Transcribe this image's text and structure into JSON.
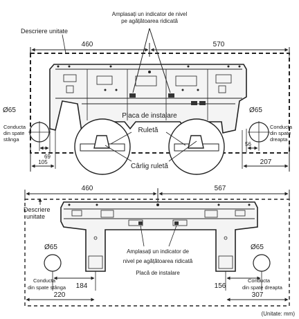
{
  "top": {
    "indicator_label_line1": "Amplasați un indicator de nivel",
    "indicator_label_line2": "pe agățătoarea ridicată",
    "unit_outline_label": "Descriere unitate",
    "dim_left": "460",
    "dim_right": "570",
    "pipe_left_diameter": "Ø65",
    "pipe_right_diameter": "Ø65",
    "pipe_left_line1": "Conducta",
    "pipe_left_line2": "din spate",
    "pipe_left_line3": "stânga",
    "pipe_right_line1": "Conducta",
    "pipe_right_line2": "din spate",
    "pipe_right_line3": "dreapta",
    "plate_label": "Placa de instalare",
    "tape_label": "Ruletă",
    "hook_label": "Cârlig ruletă",
    "dim_69": "69",
    "dim_56": "56",
    "dim_105": "105",
    "dim_207": "207"
  },
  "bottom": {
    "dim_left": "460",
    "dim_right": "567",
    "unit_outline_line1": "Descriere",
    "unit_outline_line2": "unitate",
    "pipe_left_diameter": "Ø65",
    "pipe_right_diameter": "Ø65",
    "indicator_line1": "Amplasați un indicator de",
    "indicator_line2": "nivel pe agățătoarea ridicată",
    "plate_label": "Placă de instalare",
    "pipe_left_line1": "Conducta",
    "pipe_left_line2": "din spate stânga",
    "pipe_right_line1": "Conducta",
    "pipe_right_line2": "din spate dreapta",
    "dim_184": "184",
    "dim_156": "156",
    "dim_220": "220",
    "dim_307": "307"
  },
  "unit_note": "(Unitate: mm)"
}
